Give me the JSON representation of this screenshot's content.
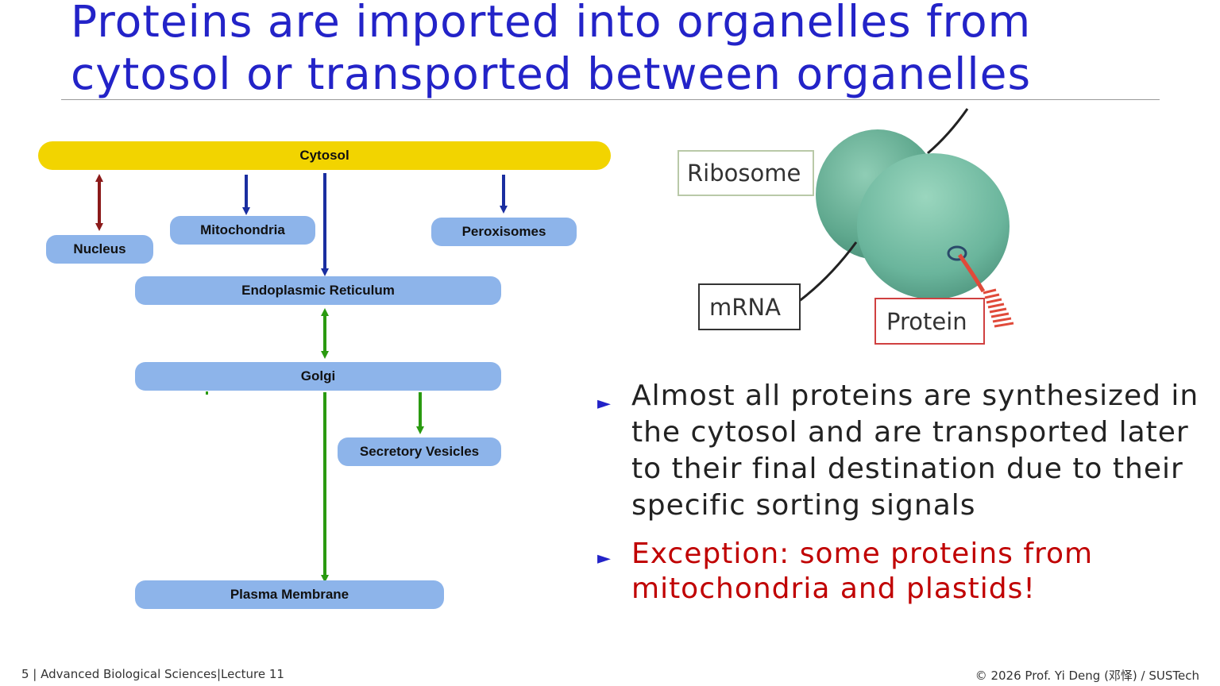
{
  "slide": {
    "title_line1": "Proteins are imported into organelles from",
    "title_line2": "cytosol or transported between organelles"
  },
  "diagram": {
    "nodes": {
      "cytosol": "Cytosol",
      "nucleus": "Nucleus",
      "mitochondria": "Mitochondria",
      "peroxisomes": "Peroxisomes",
      "er": "Endoplasmic Reticulum",
      "golgi": "Golgi",
      "secretory_vesicles": "Secretory Vesicles",
      "plasma_membrane": "Plasma Membrane"
    },
    "colors": {
      "cytosol": "#f2d400",
      "organelle": "#8db4ea",
      "import_arrow": "#1a2ea0",
      "bidirectional_arrow": "#8b1a1a",
      "secretory_arrow": "#2a9a10"
    }
  },
  "ribosome_figure": {
    "label_ribosome": "Ribosome",
    "label_mrna": "mRNA",
    "label_protein": "Protein",
    "colors": {
      "ribosome": "#6ab59c",
      "protein_chain": "#e04a3a",
      "protein_box_border": "#d04040"
    }
  },
  "bullets": {
    "b1": "Almost all proteins are synthesized in the cytosol and are transported later to their final destination due to their specific sorting signals",
    "b2": "Exception: some proteins from mitochondria and plastids!",
    "marker": "►"
  },
  "footer": {
    "left": "5 | Advanced Biological Sciences|Lecture 11",
    "right": "© 2026 Prof. Yi Deng (邓怿) / SUSTech"
  }
}
